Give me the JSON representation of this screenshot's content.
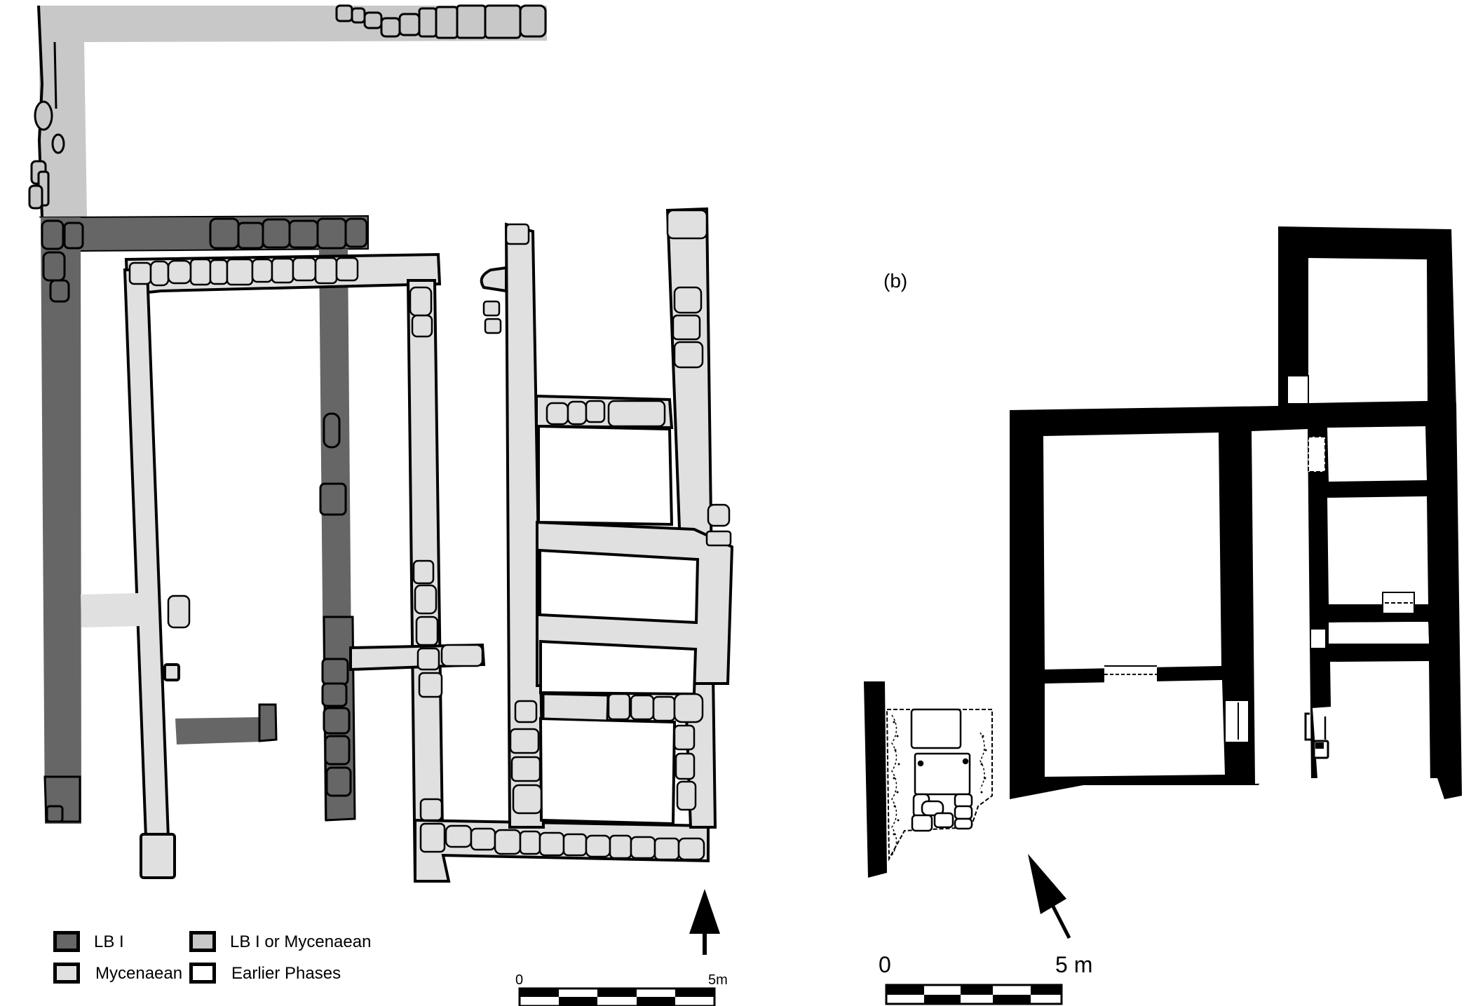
{
  "figure": {
    "panel_b_label": "(b)"
  },
  "colors": {
    "lb1": "#666666",
    "lb1_or_mycenaean": "#c8c8c8",
    "mycenaean": "#e0e0e0",
    "earlier_phases": "#ffffff",
    "wall_black": "#000000",
    "outline": "#000000"
  },
  "legend": {
    "items": [
      {
        "label": "LB I",
        "color": "#666666"
      },
      {
        "label": "LB I or Mycenaean",
        "color": "#c8c8c8"
      },
      {
        "label": "Mycenaean",
        "color": "#e0e0e0"
      },
      {
        "label": "Earlier Phases",
        "color": "#ffffff"
      }
    ]
  },
  "plan_a": {
    "north_arrow": "north-arrow",
    "scale": {
      "start_label": "0",
      "end_label": "5m",
      "segments": 5
    }
  },
  "plan_b": {
    "north_arrow": "north-arrow-rotated",
    "scale": {
      "start_label": "0",
      "end_label": "5 m",
      "segments": 5
    }
  }
}
